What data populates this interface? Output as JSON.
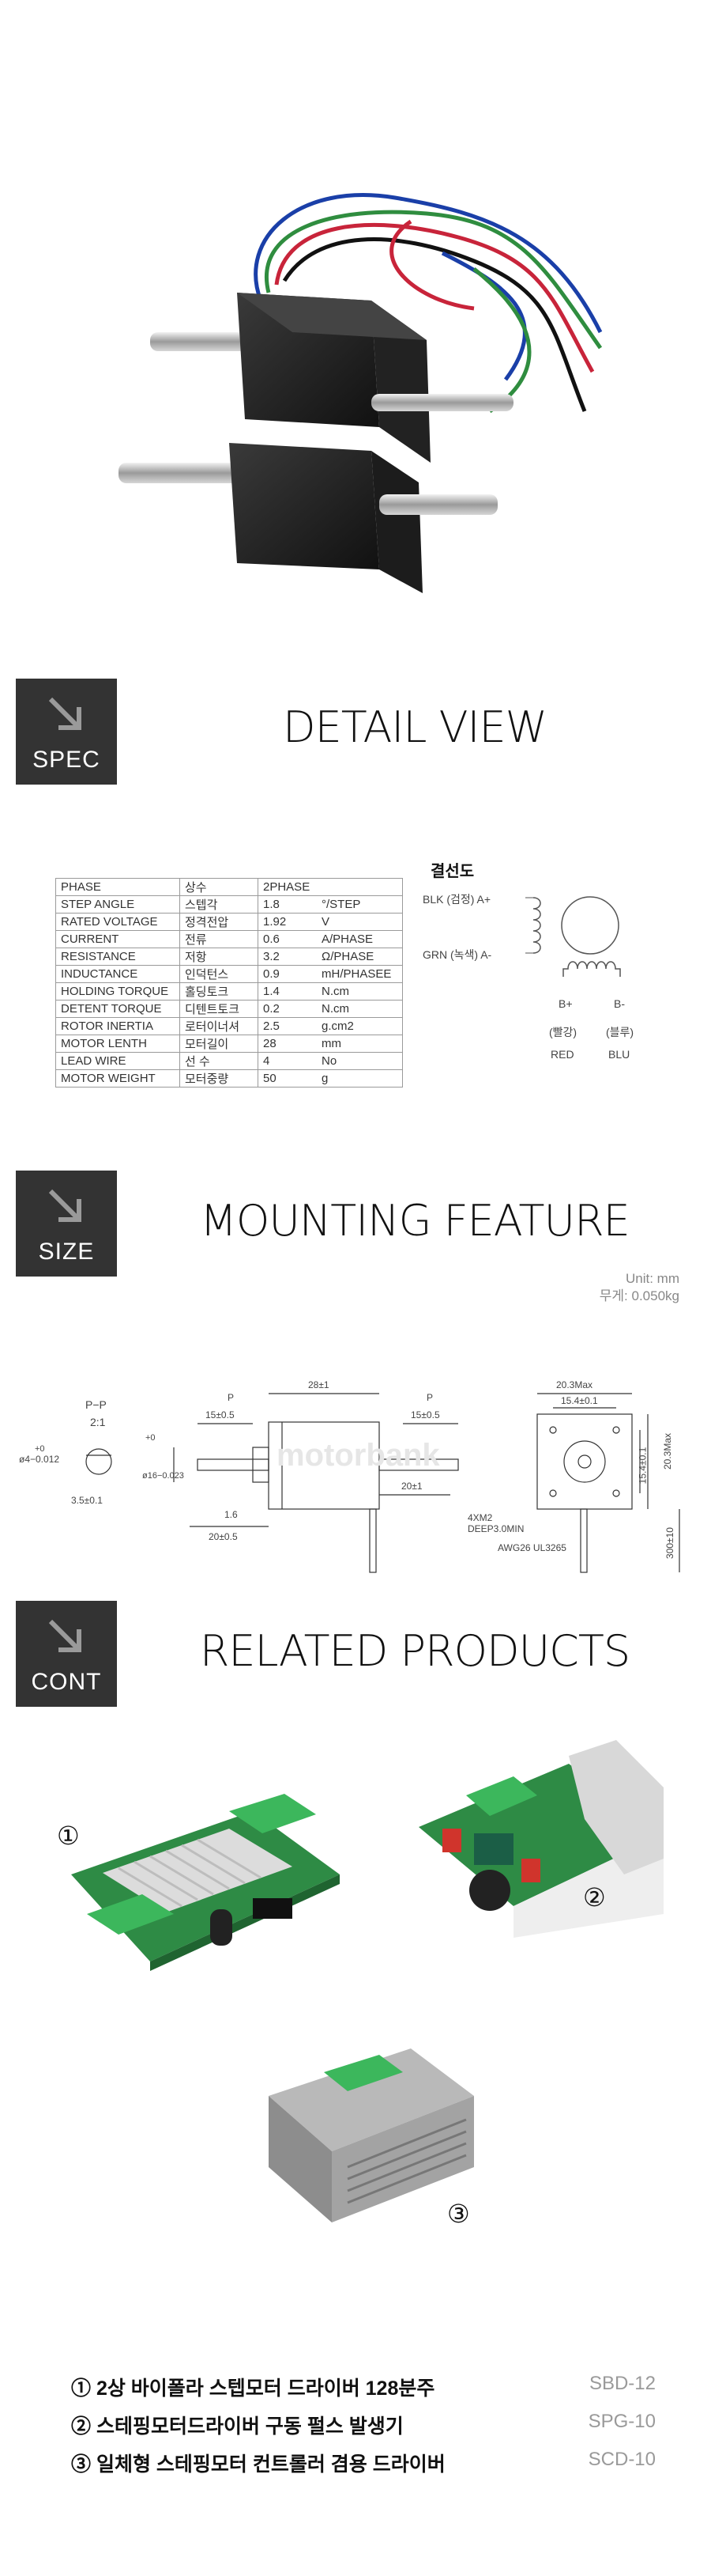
{
  "sections": {
    "spec": {
      "badge": "SPEC",
      "title": "DETAIL VIEW"
    },
    "size": {
      "badge": "SIZE",
      "title": "MOUNTING FEATURE",
      "unit": "Unit: mm",
      "weight": "무게: 0.050kg"
    },
    "cont": {
      "badge": "CONT",
      "title": "RELATED PRODUCTS"
    }
  },
  "spec_table": [
    [
      "PHASE",
      "상수",
      "2PHASE",
      ""
    ],
    [
      "STEP ANGLE",
      "스텝각",
      "1.8",
      "°/STEP"
    ],
    [
      "RATED VOLTAGE",
      "정격전압",
      "1.92",
      "V"
    ],
    [
      "CURRENT",
      "전류",
      "0.6",
      "A/PHASE"
    ],
    [
      "RESISTANCE",
      "저항",
      "3.2",
      "Ω/PHASE"
    ],
    [
      "INDUCTANCE",
      "인덕턴스",
      "0.9",
      "mH/PHASEE"
    ],
    [
      "HOLDING TORQUE",
      "홀딩토크",
      "1.4",
      "N.cm"
    ],
    [
      "DETENT TORQUE",
      "디텐트토크",
      "0.2",
      "N.cm"
    ],
    [
      "ROTOR INERTIA",
      "로터이너셔",
      "2.5",
      "g.cm2"
    ],
    [
      "MOTOR LENTH",
      "모터길이",
      "28",
      "mm"
    ],
    [
      "LEAD WIRE",
      "선 수",
      "4",
      "No"
    ],
    [
      "MOTOR WEIGHT",
      "모터중량",
      "50",
      "g"
    ]
  ],
  "wiring": {
    "title": "결선도",
    "a_plus": "BLK (검정) A+",
    "a_minus": "GRN (녹색) A-",
    "b_plus": "B+",
    "b_minus": "B-",
    "b_plus_kr": "(빨강)",
    "b_minus_kr": "(블루)",
    "b_plus_en": "RED",
    "b_minus_en": "BLU"
  },
  "drawing": {
    "pp": "P−P",
    "ratio": "2:1",
    "shaft_dia": "ø4−0.012",
    "shaft_tol_top": "+0",
    "flat": "3.5±0.1",
    "len28": "28±1",
    "len15a": "15±0.5",
    "len15b": "15±0.5",
    "dia16": "ø16−0.023",
    "dia16_tol": "+0",
    "len1_6": "1.6",
    "len20a": "20±0.5",
    "len20b": "20±1",
    "p_mark": "P",
    "w20_3": "20.3Max",
    "w15_4": "15.4±0.1",
    "h20_3": "20.3Max",
    "h15_4": "15.4±0.1",
    "hole": "4XM2",
    "deep": "DEEP3.0MIN",
    "awg": "AWG26 UL3265",
    "lead_len": "300±10",
    "watermark": "motorbank"
  },
  "products": [
    {
      "name": "① 2상 바이폴라 스텝모터 드라이버 128분주",
      "code": "SBD-12"
    },
    {
      "name": "② 스테핑모터드라이버 구동 펄스 발생기",
      "code": "SPG-10"
    },
    {
      "name": "③ 일체형 스테핑모터 컨트롤러 겸용 드라이버",
      "code": "SCD-10"
    }
  ],
  "product_marks": {
    "one": "①",
    "two": "②",
    "three": "③"
  },
  "colors": {
    "badge": "#333333",
    "pcb_green": "#2e8b45",
    "terminal_green": "#3cb75c",
    "code_gray": "#9a9a9a"
  }
}
